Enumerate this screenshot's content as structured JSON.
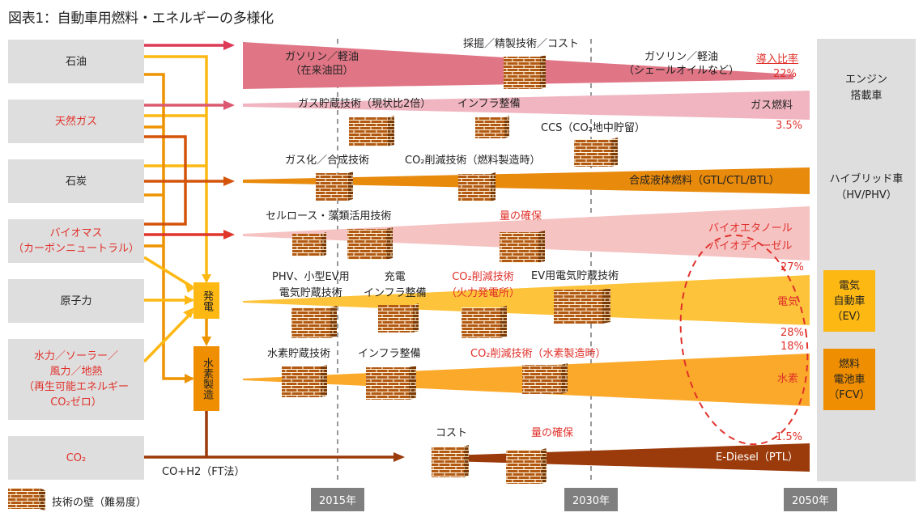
{
  "title": "図表1：自動車用燃料・エネルギーの多様化",
  "sources": [
    {
      "id": "oil",
      "label": "石油",
      "highlight": false
    },
    {
      "id": "gas",
      "label": "天然ガス",
      "highlight": true
    },
    {
      "id": "coal",
      "label": "石炭",
      "highlight": false
    },
    {
      "id": "biomass",
      "label": "バイオマス\n（カーボンニュートラル）",
      "highlight": true
    },
    {
      "id": "nuclear",
      "label": "原子力",
      "highlight": false
    },
    {
      "id": "renewable",
      "label": "水力／ソーラー／\n風力／地熱\n（再生可能エネルギー\nCO₂ゼロ）",
      "highlight": true
    },
    {
      "id": "co2",
      "label": "CO₂",
      "highlight": true
    }
  ],
  "processes": {
    "power": "発電",
    "hydrogen": "水素製造"
  },
  "ft_label": "CO+H2（FT法）",
  "fuels": [
    {
      "id": "gasoline-conv",
      "label": "ガソリン／軽油\n（在来油田）",
      "color": "#e07585"
    },
    {
      "id": "gasoline-shale",
      "label": "ガソリン／軽油\n（シェールオイルなど）",
      "color": "#e07585"
    },
    {
      "id": "gas-fuel",
      "label": "ガス燃料",
      "color": "#f0b5c0"
    },
    {
      "id": "synthetic",
      "label": "合成液体燃料（GTL/CTL/BTL）",
      "color": "#e88a0c"
    },
    {
      "id": "bio",
      "label": "バイオエタノール\nバイオディーゼル",
      "color": "#f6c3c3"
    },
    {
      "id": "electric",
      "label": "電気",
      "color": "#fdc33b"
    },
    {
      "id": "hydrogen",
      "label": "水素",
      "color": "#fba92a"
    },
    {
      "id": "ediesel",
      "label": "E-Diesel（PTL）",
      "color": "#9b3a0a"
    }
  ],
  "share_header": "導入比率",
  "shares": {
    "petroleum": "22%",
    "gas": "3.5%",
    "bio": "27%",
    "electric": "28%",
    "hydrogen": "18%",
    "ediesel": "1.5%"
  },
  "barriers": {
    "mining": "採掘／精製技術／コスト",
    "gas_storage": "ガス貯蔵技術（現状比2倍）",
    "gas_infra": "インフラ整備",
    "ccs": "CCS（CO₂地中貯留）",
    "gasification": "ガス化／合成技術",
    "co2_fuel": "CO₂削減技術（燃料製造時）",
    "cellulose": "セルロース・藻類活用技術",
    "bio_quantity": "量の確保",
    "phv_storage": "PHV、小型EV用\n電気貯蔵技術",
    "charging": "充電\nインフラ整備",
    "co2_power": "CO₂削減技術\n（火力発電所）",
    "ev_storage": "EV用電気貯蔵技術",
    "h2_storage": "水素貯蔵技術",
    "h2_infra": "インフラ整備",
    "co2_h2": "CO₂削減技術（水素製造時）",
    "cost": "コスト",
    "ediesel_quantity": "量の確保"
  },
  "vehicles": {
    "engine": "エンジン\n搭載車",
    "hybrid": "ハイブリッド車\n（HV/PHV）",
    "ev": "電気\n自動車\n（EV）",
    "fcv": "燃料\n電池車\n（FCV）"
  },
  "years": [
    "2015年",
    "2030年",
    "2050年"
  ],
  "legend": {
    "label": "技術の壁（難易度）",
    "icon": "brick-wall-icon"
  },
  "colors": {
    "red_text": "#e0312b",
    "source_bg": "#dedede",
    "year_bg": "#7f7f7f",
    "power_box": "#fdb813",
    "hydrogen_box": "#ee8e00",
    "ev_box": "#fdb813",
    "fcv_box": "#ee8e00"
  }
}
